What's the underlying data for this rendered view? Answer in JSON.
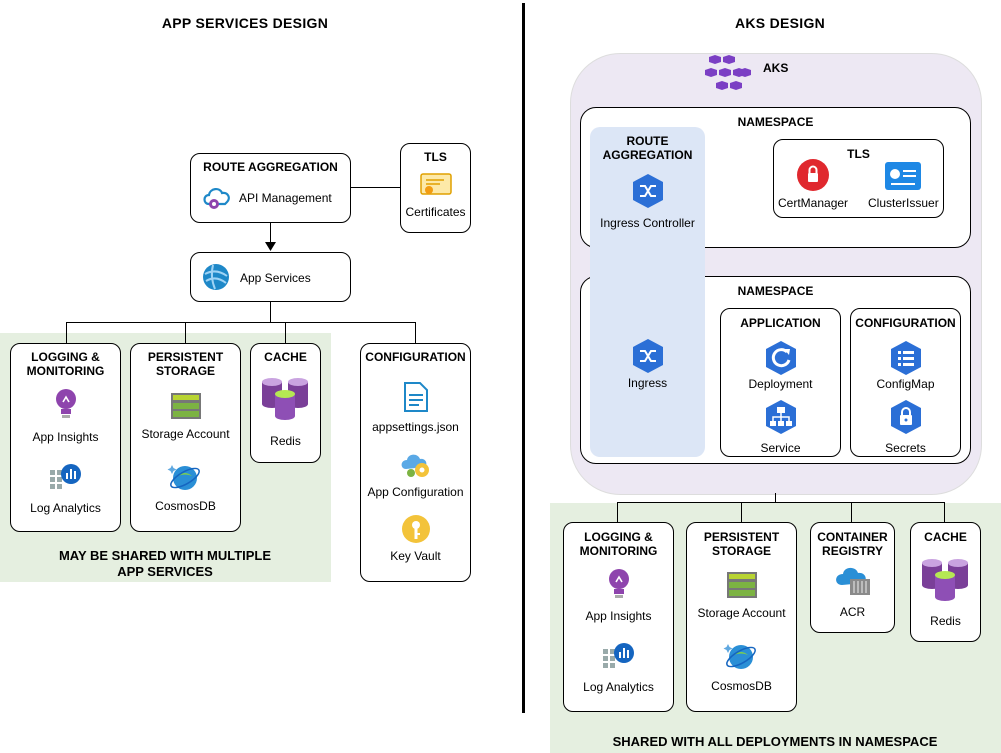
{
  "left": {
    "title": "APP SERVICES DESIGN",
    "route": {
      "header": "ROUTE AGGREGATION",
      "item": "API Management"
    },
    "tls": {
      "header": "TLS",
      "item": "Certificates"
    },
    "app_services": "App Services",
    "logging": {
      "header": "LOGGING &\nMONITORING",
      "items": [
        "App Insights",
        "Log Analytics"
      ]
    },
    "storage": {
      "header": "PERSISTENT\nSTORAGE",
      "items": [
        "Storage Account",
        "CosmosDB"
      ]
    },
    "cache": {
      "header": "CACHE",
      "items": [
        "Redis"
      ]
    },
    "config": {
      "header": "CONFIGURATION",
      "items": [
        "appsettings.json",
        "App Configuration",
        "Key Vault"
      ]
    },
    "shared_note": "MAY BE SHARED WITH MULTIPLE\nAPP SERVICES"
  },
  "right": {
    "title": "AKS DESIGN",
    "aks_label": "AKS",
    "namespace1": "NAMESPACE",
    "namespace2": "NAMESPACE",
    "route": {
      "header": "ROUTE\nAGGREGATION",
      "items": [
        "Ingress Controller",
        "Ingress"
      ]
    },
    "tls": {
      "header": "TLS",
      "items": [
        "CertManager",
        "ClusterIssuer"
      ]
    },
    "application": {
      "header": "APPLICATION",
      "items": [
        "Deployment",
        "Service"
      ]
    },
    "configuration": {
      "header": "CONFIGURATION",
      "items": [
        "ConfigMap",
        "Secrets"
      ]
    },
    "logging": {
      "header": "LOGGING &\nMONITORING",
      "items": [
        "App Insights",
        "Log Analytics"
      ]
    },
    "storage": {
      "header": "PERSISTENT\nSTORAGE",
      "items": [
        "Storage Account",
        "CosmosDB"
      ]
    },
    "registry": {
      "header": "CONTAINER\nREGISTRY",
      "items": [
        "ACR"
      ]
    },
    "cache": {
      "header": "CACHE",
      "items": [
        "Redis"
      ]
    },
    "shared_note": "SHARED WITH ALL DEPLOYMENTS IN NAMESPACE"
  }
}
